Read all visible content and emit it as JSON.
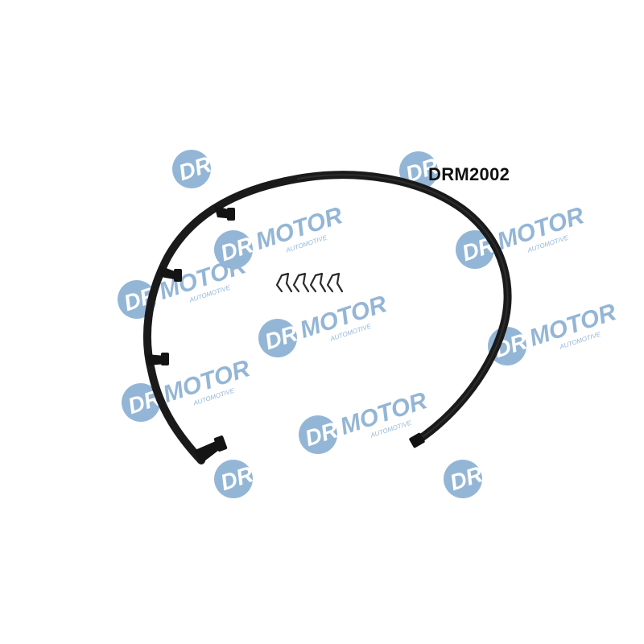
{
  "product": {
    "code": "DRM2002"
  },
  "watermark": {
    "brand": "DR.MOTOR",
    "tagline": "AUTOMOTIVE",
    "color": "#8fb3d4"
  },
  "parts": {
    "hose_color": "#1a1a1a",
    "injector_connector_count": 4,
    "clip_count": 4
  }
}
